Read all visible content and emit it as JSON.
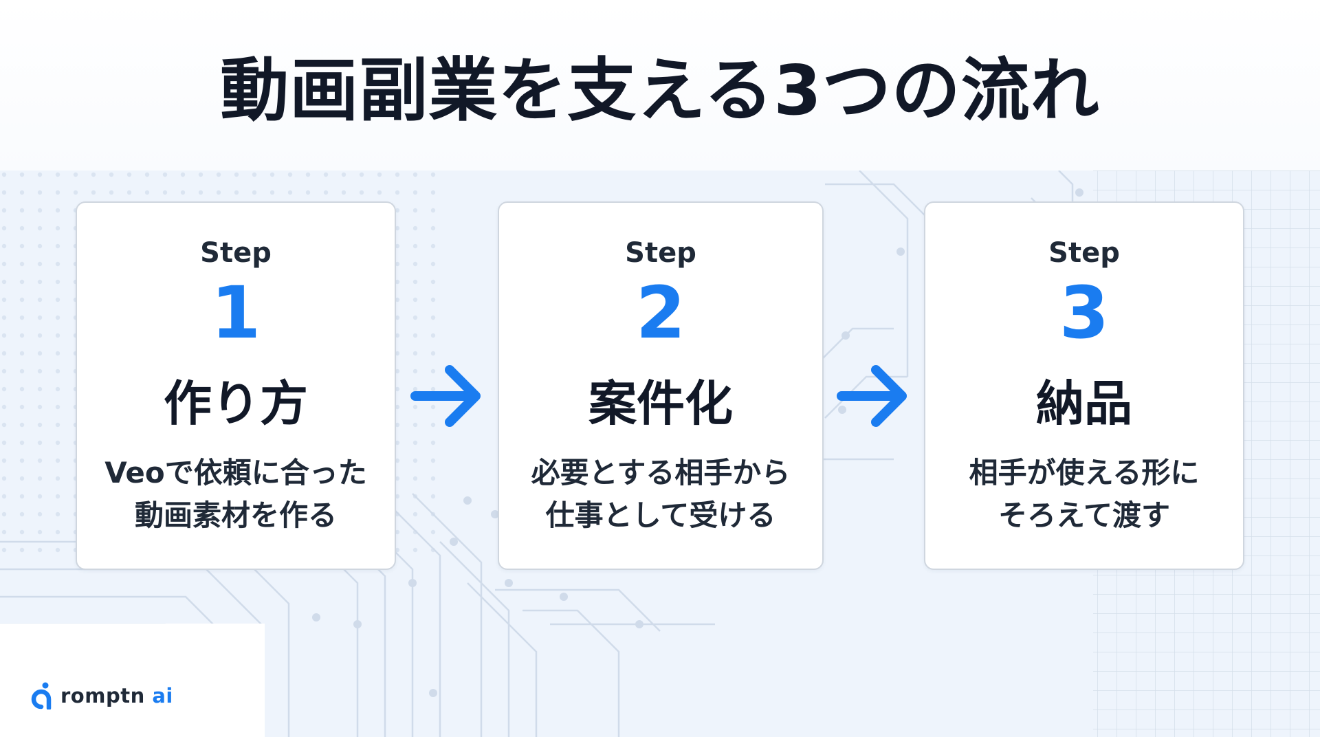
{
  "title": "動画副業を支える3つの流れ",
  "colors": {
    "accent": "#1a7cf0",
    "text": "#111827",
    "background": "#eef4fc"
  },
  "steps": [
    {
      "label": "Step",
      "number": "1",
      "title": "作り方",
      "description_lines": [
        "Veoで依頼に合った",
        "動画素材を作る"
      ]
    },
    {
      "label": "Step",
      "number": "2",
      "title": "案件化",
      "description_lines": [
        "必要とする相手から",
        "仕事として受ける"
      ]
    },
    {
      "label": "Step",
      "number": "3",
      "title": "納品",
      "description_lines": [
        "相手が使える形に",
        "そろえて渡す"
      ]
    }
  ],
  "arrows": [
    "arrow-right-icon",
    "arrow-right-icon"
  ],
  "logo": {
    "icon": "logo-icon",
    "name_main": "romptn",
    "name_accent": "ai"
  }
}
